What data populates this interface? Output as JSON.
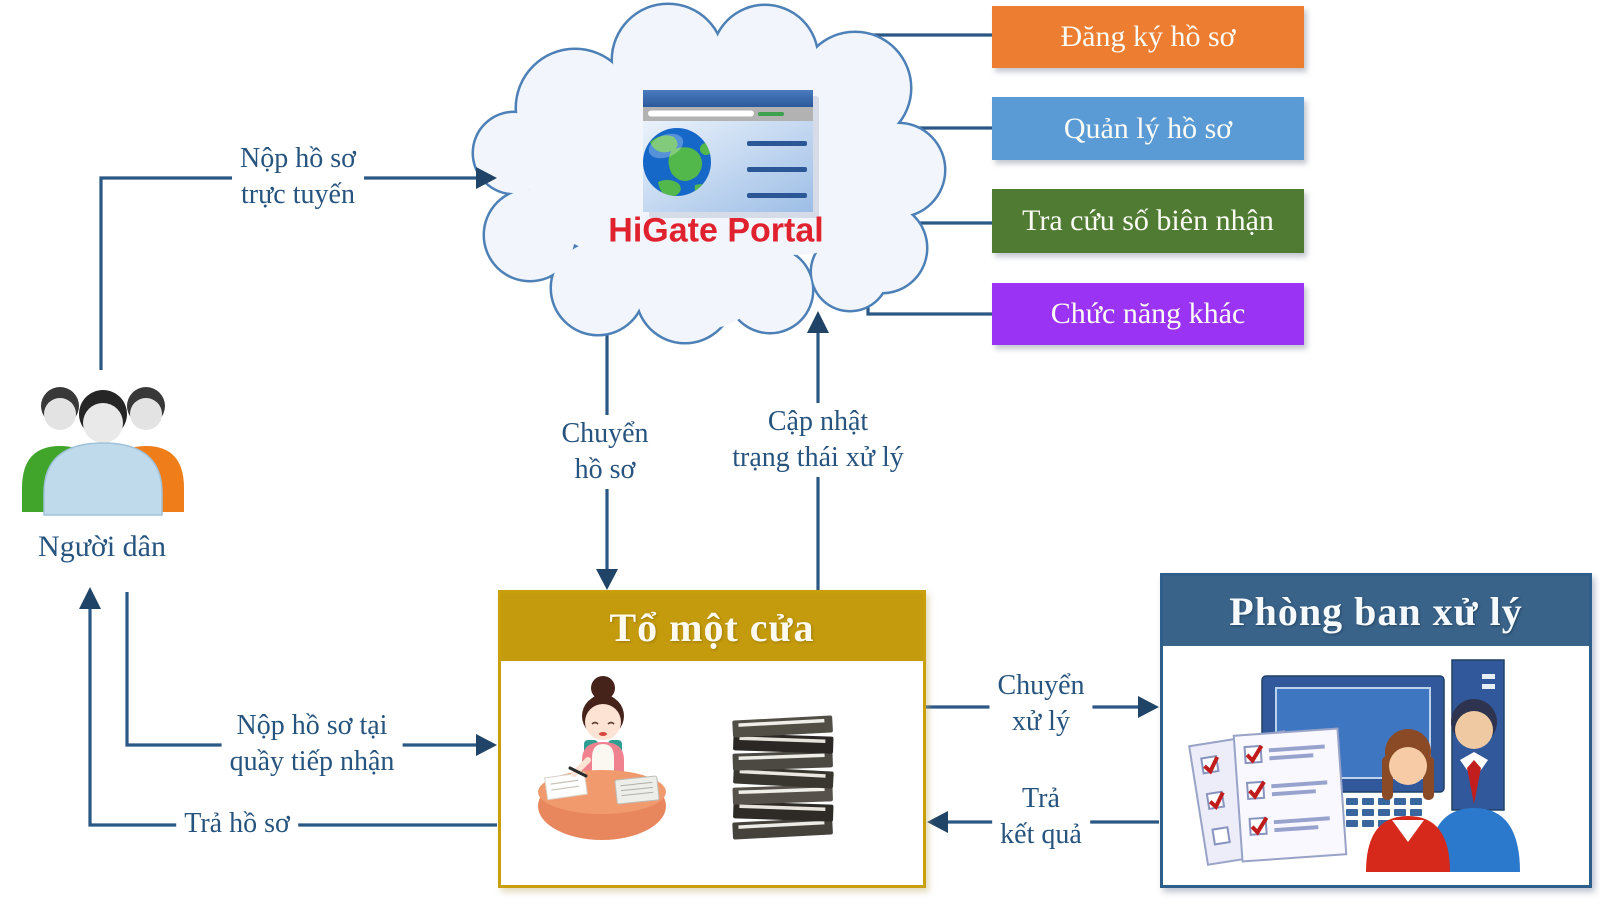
{
  "portal": {
    "name": "HiGate Portal"
  },
  "portal_functions": [
    {
      "label": "Đăng ký hồ sơ",
      "color": "#ED7D31"
    },
    {
      "label": "Quản lý hồ sơ",
      "color": "#5B9BD5"
    },
    {
      "label": "Tra cứu số biên nhận",
      "color": "#4F7B32"
    },
    {
      "label": "Chức năng khác",
      "color": "#9B33F5"
    }
  ],
  "citizens_label": "Người dân",
  "one_stop_unit": {
    "title": "Tổ một cửa"
  },
  "processing_department": {
    "title": "Phòng ban xử lý"
  },
  "flows": {
    "submit_online": {
      "line1": "Nộp hồ sơ",
      "line2": "trực tuyến"
    },
    "transfer_dossier": {
      "line1": "Chuyển",
      "line2": "hồ sơ"
    },
    "update_status": {
      "line1": "Cập nhật",
      "line2": "trạng thái xử lý"
    },
    "submit_at_counter": {
      "line1": "Nộp hồ sơ tại",
      "line2": "quầy tiếp nhận"
    },
    "return_dossier": {
      "label": "Trả hồ sơ"
    },
    "transfer_processing": {
      "line1": "Chuyển",
      "line2": "xử lý"
    },
    "return_result": {
      "line1": "Trả",
      "line2": "kết quả"
    }
  },
  "colors": {
    "flow_line": "#2A5783",
    "arrowhead": "#1F4467",
    "label_text": "#27547F",
    "one_stop_header": "#C49B0C",
    "one_stop_border": "#C9A00B",
    "department_header": "#3A6389",
    "department_border": "#2E5F8A",
    "portal_title": "#E0222E",
    "cloud_stroke": "#4C80B6",
    "cloud_fill": "#F2F6FC"
  },
  "icons": {
    "portal": "browser-window-globe-icon",
    "citizens": "three-users-icon",
    "one_stop": [
      "receptionist-desk-icon",
      "binder-stack-icon"
    ],
    "department": [
      "checklist-icon",
      "computer-workstation-icon",
      "staff-pair-icon"
    ]
  }
}
